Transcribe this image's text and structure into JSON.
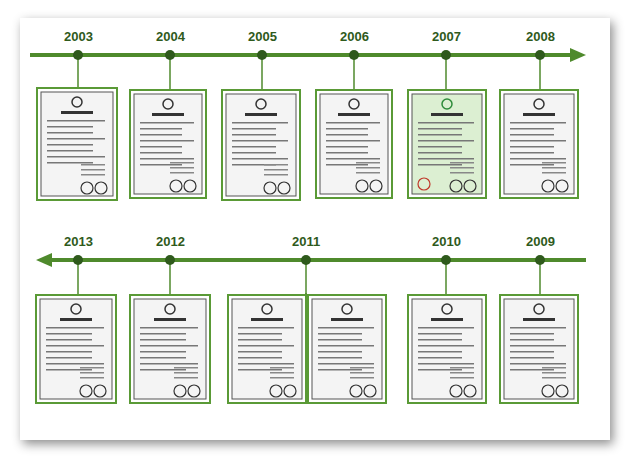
{
  "diagram": {
    "labels": [
      "2003",
      "2004",
      "2005",
      "2006",
      "2007",
      "2008",
      "2013",
      "2012",
      "2011",
      "2010",
      "2009"
    ]
  }
}
